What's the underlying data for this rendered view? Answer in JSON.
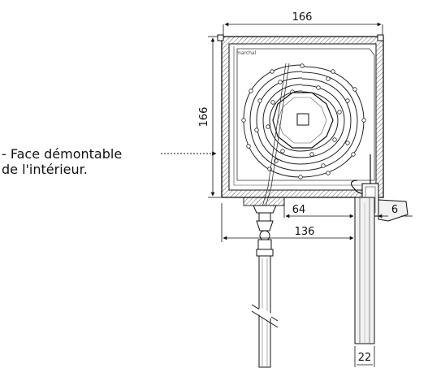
{
  "brand": "marchal",
  "note": {
    "line1": "- Face démontable",
    "line2": "de l'intérieur."
  },
  "dimensions": {
    "width_top": "166",
    "height_left": "166",
    "inner_64": "64",
    "side_6": "6",
    "bottom_136": "136",
    "slat_22": "22"
  },
  "colors": {
    "line": "#111111",
    "hatch": "#555555",
    "slat_fill": "#f2f2f2"
  }
}
